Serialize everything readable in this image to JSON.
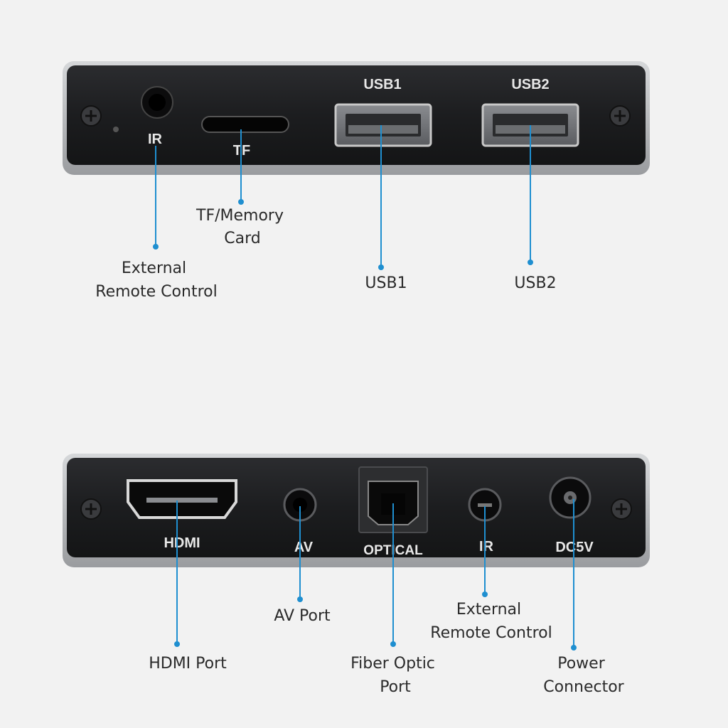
{
  "front_panel": {
    "port_labels": {
      "ir": "IR",
      "tf": "TF",
      "usb1": "USB1",
      "usb2": "USB2"
    },
    "callouts": {
      "ir": [
        "External",
        "Remote Control"
      ],
      "tf": [
        "TF/Memory",
        "Card"
      ],
      "usb1": [
        "USB1"
      ],
      "usb2": [
        "USB2"
      ]
    }
  },
  "back_panel": {
    "port_labels": {
      "hdmi": "HDMI",
      "av": "AV",
      "optical": "OPTICAL",
      "ir": "IR",
      "dc": "DC5V"
    },
    "callouts": {
      "hdmi": [
        "HDMI Port"
      ],
      "av": [
        "AV Port"
      ],
      "optical": [
        "Fiber Optic",
        "Port"
      ],
      "ir": [
        "External",
        "Remote Control"
      ],
      "dc": [
        "Power",
        "Connector"
      ]
    }
  },
  "colors": {
    "background": "#f2f2f2",
    "panel": "#1e1f21",
    "panel_edge": "#bfc1c4",
    "leader": "#1f8fd0",
    "panel_text": "#e8e8e8",
    "callout_text": "#2a2a2a"
  }
}
